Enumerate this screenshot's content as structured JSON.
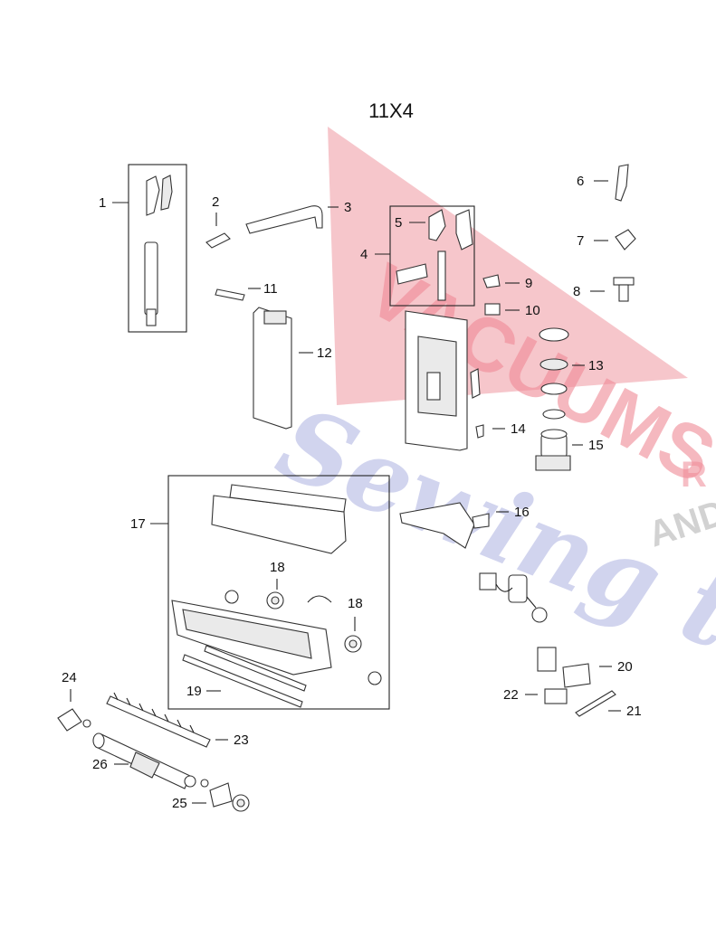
{
  "title": "11X4",
  "watermark": {
    "brand": "VACUUMS",
    "script": "Sewing too",
    "suffix_1": "R",
    "suffix_2": "AND",
    "colors": {
      "red": "#f0a0a8",
      "blue": "#b4b8e4",
      "gray": "#c8c8c8"
    }
  },
  "parts": [
    {
      "n": "1"
    },
    {
      "n": "2"
    },
    {
      "n": "3"
    },
    {
      "n": "4"
    },
    {
      "n": "5"
    },
    {
      "n": "6"
    },
    {
      "n": "7"
    },
    {
      "n": "8"
    },
    {
      "n": "9"
    },
    {
      "n": "10"
    },
    {
      "n": "11"
    },
    {
      "n": "12"
    },
    {
      "n": "13"
    },
    {
      "n": "14"
    },
    {
      "n": "15"
    },
    {
      "n": "16"
    },
    {
      "n": "17"
    },
    {
      "n": "18"
    },
    {
      "n": "18"
    },
    {
      "n": "19"
    },
    {
      "n": "20"
    },
    {
      "n": "21"
    },
    {
      "n": "22"
    },
    {
      "n": "23"
    },
    {
      "n": "24"
    },
    {
      "n": "25"
    },
    {
      "n": "26"
    }
  ]
}
